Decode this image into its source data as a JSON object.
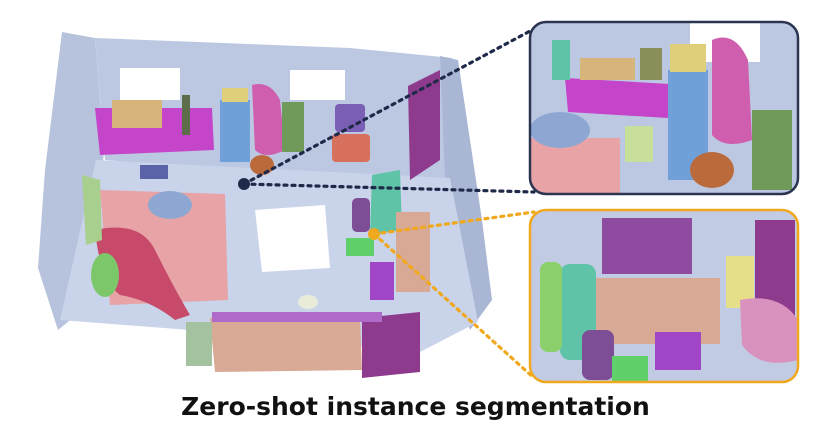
{
  "caption": "Zero-shot instance segmentation",
  "colors": {
    "scan_base": "#b9c6e1",
    "scan_shadow": "#8f9ec0",
    "floor": "#c5d0e8",
    "pointer_dark": "#1f2a4a",
    "pointer_highlight": "#f0a81e",
    "panel_dark_border": "#2b3552",
    "panel_highlight_border": "#f0a81e",
    "desk_magenta": "#c445c9",
    "drawer_blue": "#6fa0d8",
    "box_tan": "#d6b47a",
    "coat_pink": "#cf5fae",
    "bed_pink": "#e7a3a6",
    "blanket_red": "#c84a6a",
    "pillow_blue": "#8ea7d2",
    "chair_coral": "#d8705e",
    "bag_orange": "#bb6a3b",
    "door_purple": "#8e3b8e",
    "dresser_tan": "#d8a994",
    "tv_purple": "#8e4ba0",
    "bag_teal": "#5fc3a7",
    "suitcase_purple": "#7d4e96",
    "basket_violet": "#a146c7",
    "plant_green": "#8bd06a",
    "cabinet_green": "#6f9a5a",
    "lamp_yellow": "#e6df8a"
  },
  "icons": {
    "dark_marker": "scene-point-marker",
    "highlight_marker": "scene-point-marker"
  }
}
